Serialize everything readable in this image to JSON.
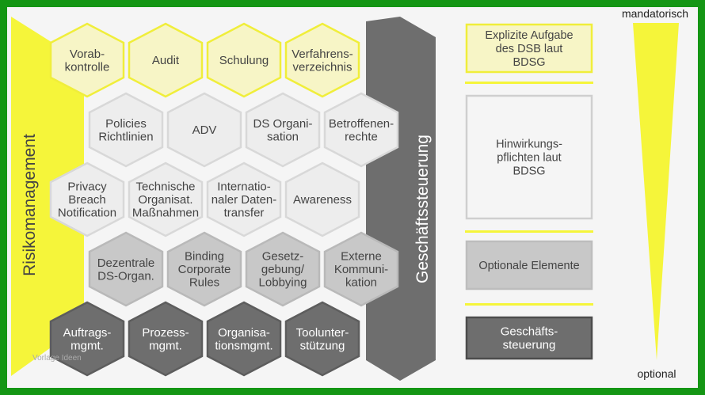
{
  "colors": {
    "yellow": "#f7f5c6",
    "yellow_border": "#f0ee3a",
    "light": "#ededed",
    "mid": "#c8c8c8",
    "dark": "#6e6e6e",
    "accent": "#f5f53a",
    "band": "#6e6e6e"
  },
  "side_left": {
    "label": "Risikomanagement"
  },
  "side_right": {
    "label": "Geschäftssteuerung"
  },
  "rows": [
    {
      "style": "yellow",
      "cells": [
        {
          "lines": [
            "Vorab-",
            "kontrolle"
          ]
        },
        {
          "lines": [
            "Audit"
          ]
        },
        {
          "lines": [
            "Schulung"
          ]
        },
        {
          "lines": [
            "Verfahrens-",
            "verzeichnis"
          ]
        }
      ]
    },
    {
      "style": "light",
      "cells": [
        {
          "lines": [
            "Policies",
            "Richtlinien"
          ]
        },
        {
          "lines": [
            "ADV"
          ]
        },
        {
          "lines": [
            "DS Organi-",
            "sation"
          ]
        },
        {
          "lines": [
            "Betroffenen-",
            "rechte"
          ]
        }
      ]
    },
    {
      "style": "light",
      "cells": [
        {
          "lines": [
            "Privacy",
            "Breach",
            "Notification"
          ]
        },
        {
          "lines": [
            "Technische",
            "Organisat.",
            "Maßnahmen"
          ]
        },
        {
          "lines": [
            "Internatio-",
            "naler Daten-",
            "transfer"
          ]
        },
        {
          "lines": [
            "Awareness"
          ]
        }
      ]
    },
    {
      "style": "mid",
      "cells": [
        {
          "lines": [
            "Dezentrale",
            "DS-Organ."
          ]
        },
        {
          "lines": [
            "Binding",
            "Corporate",
            "Rules"
          ]
        },
        {
          "lines": [
            "Gesetz-",
            "gebung/",
            "Lobbying"
          ]
        },
        {
          "lines": [
            "Externe",
            "Kommuni-",
            "kation"
          ]
        }
      ]
    },
    {
      "style": "dark",
      "cells": [
        {
          "lines": [
            "Auftrags-",
            "mgmt."
          ]
        },
        {
          "lines": [
            "Prozess-",
            "mgmt."
          ]
        },
        {
          "lines": [
            "Organisa-",
            "tionsmgmt."
          ]
        },
        {
          "lines": [
            "Toolunter-",
            "stützung"
          ]
        }
      ]
    }
  ],
  "legend": [
    {
      "style": "yellow",
      "lines": [
        "Explizite Aufgabe",
        "des DSB laut",
        "BDSG"
      ]
    },
    {
      "style": "light",
      "lines": [
        "Hinwirkungs-",
        "pflichten laut",
        "BDSG"
      ]
    },
    {
      "style": "mid",
      "lines": [
        "Optionale Elemente"
      ]
    },
    {
      "style": "dark",
      "lines": [
        "Geschäfts-",
        "steuerung"
      ]
    }
  ],
  "scale": {
    "top_label": "mandatorisch",
    "bottom_label": "optional"
  },
  "watermark": "Vorlage Ideen"
}
